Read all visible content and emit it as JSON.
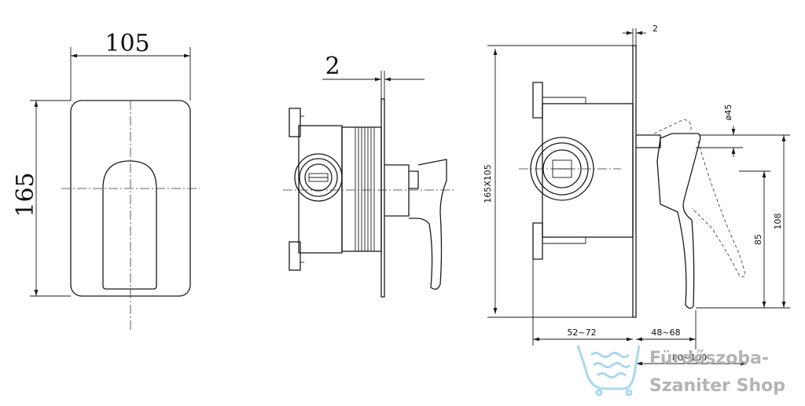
{
  "front_view": {
    "width_label": "105",
    "height_label": "165"
  },
  "side_view": {
    "plate_thickness_label": "2"
  },
  "detail_view": {
    "plate_thickness_label": "2",
    "plate_size_label": "165X105",
    "body_depth_label": "52~72",
    "handle_projection_label": "48~68",
    "total_projection_label": "80~100",
    "handle_diameter_label": "ø45",
    "handle_height_label": "108",
    "lever_height_label": "85"
  },
  "watermark": {
    "line1": "Fürdőszoba-",
    "line2": "Szaniter Shop",
    "icon": "shower-tray-logo",
    "icon_color": "#a9d8ec",
    "text_color": "#b4b4b4"
  }
}
